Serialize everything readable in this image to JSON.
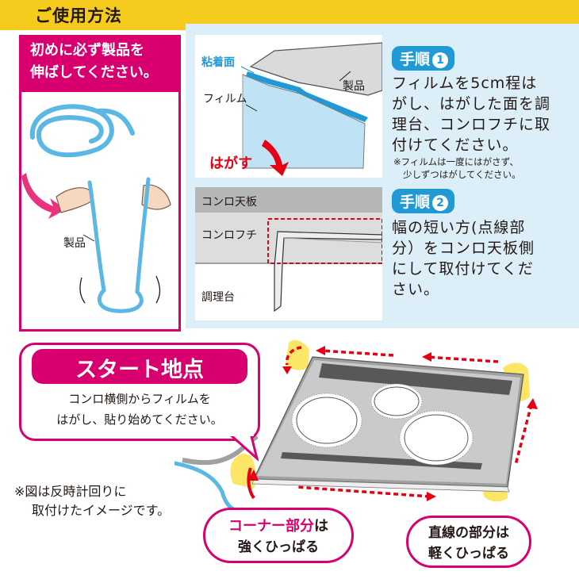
{
  "header": {
    "title": "ご使用方法"
  },
  "intro": {
    "lines": [
      "初めに必ず製品を",
      "伸ばしてください。"
    ],
    "product_label": "製品"
  },
  "step1": {
    "badge": "手順",
    "number": "1",
    "diagram": {
      "adhesive": "粘着面",
      "film": "フィルム",
      "product": "製品",
      "peel": "はがす"
    },
    "lines": [
      "フィルムを5cm程は",
      "がし、はがした面を調",
      "理台、コンロフチに取",
      "付けてください。"
    ],
    "note_lines": [
      "※フィルムは一度にはがさず、",
      "少しずつはがしてください。"
    ]
  },
  "step2": {
    "badge": "手順",
    "number": "2",
    "diagram": {
      "top": "コンロ天板",
      "edge": "コンロフチ",
      "counter": "調理台"
    },
    "lines": [
      "幅の短い方(点線部",
      "分）をコンロ天板側",
      "にして取付けてくだ",
      "さい。"
    ]
  },
  "start": {
    "title": "スタート地点",
    "lines": [
      "コンロ横側からフィルムを",
      "はがし、貼り始めてください。"
    ]
  },
  "note_bottom": {
    "lines": [
      "※図は反時計回りに",
      "取付けたイメージです。"
    ]
  },
  "corner": {
    "strong": "コーナー部分",
    "rest_line1": "は",
    "line2": "強くひっぱる"
  },
  "straight": {
    "line1": "直線の部分は",
    "line2": "軽くひっぱる"
  },
  "colors": {
    "accent_pink": "#d7006e",
    "header_yellow": "#f5cc1d",
    "panel_blue": "#dceff9",
    "step_blue": "#1f9ad6",
    "arrow_red": "#e60012"
  }
}
